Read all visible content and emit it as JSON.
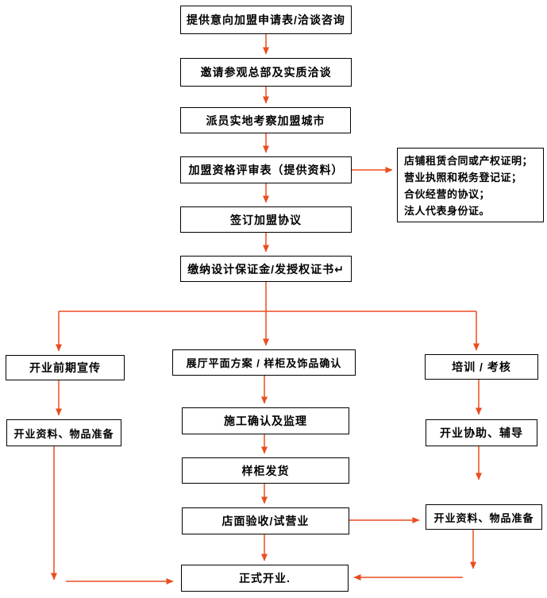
{
  "colors": {
    "arrow": "#EA4D1E",
    "box_border": "#000000",
    "box_fill": "#FFFFFF",
    "text": "#000000"
  },
  "nodes": {
    "step1": {
      "label": "提供意向加盟申请表/洽谈咨询"
    },
    "step2": {
      "label": "邀请参观总部及实质洽谈"
    },
    "step3": {
      "label": "派员实地考察加盟城市"
    },
    "step4": {
      "label": "加盟资格评审表（提供资料）"
    },
    "step5": {
      "label": "签订加盟协议"
    },
    "step6": {
      "label": "缴纳设计保证金/发授权证书↵"
    },
    "left1": {
      "label": "开业前期宣传"
    },
    "left2": {
      "label": "开业资料、物品准备"
    },
    "mid1": {
      "label": "展厅平面方案 / 样柜及饰品确认"
    },
    "mid2": {
      "label": "施工确认及监理"
    },
    "mid3": {
      "label": "样柜发货"
    },
    "mid4": {
      "label": "店面验收/试营业"
    },
    "mid5": {
      "label": "正式开业."
    },
    "right1": {
      "label": "培训 / 考核"
    },
    "right2": {
      "label": "开业协助、辅导"
    },
    "right3": {
      "label": "开业资料、物品准备"
    }
  },
  "note": {
    "lines": [
      "店铺租赁合同或产权证明；",
      "营业执照和税务登记证；",
      "合伙经营的协议；",
      "法人代表身份证。"
    ]
  },
  "edges": [
    {
      "from": "step1",
      "to": "step2"
    },
    {
      "from": "step2",
      "to": "step3"
    },
    {
      "from": "step3",
      "to": "step4"
    },
    {
      "from": "step4",
      "to": "note"
    },
    {
      "from": "step4",
      "to": "step5"
    },
    {
      "from": "step5",
      "to": "step6"
    },
    {
      "from": "step6",
      "to": "left1"
    },
    {
      "from": "step6",
      "to": "mid1"
    },
    {
      "from": "step6",
      "to": "right1"
    },
    {
      "from": "left1",
      "to": "left2"
    },
    {
      "from": "left2",
      "to": "mid5"
    },
    {
      "from": "mid1",
      "to": "mid2"
    },
    {
      "from": "mid2",
      "to": "mid3"
    },
    {
      "from": "mid3",
      "to": "mid4"
    },
    {
      "from": "mid4",
      "to": "right3"
    },
    {
      "from": "mid4",
      "to": "mid5"
    },
    {
      "from": "right1",
      "to": "right2"
    },
    {
      "from": "right2",
      "to": "right3"
    },
    {
      "from": "right3",
      "to": "mid5"
    }
  ]
}
